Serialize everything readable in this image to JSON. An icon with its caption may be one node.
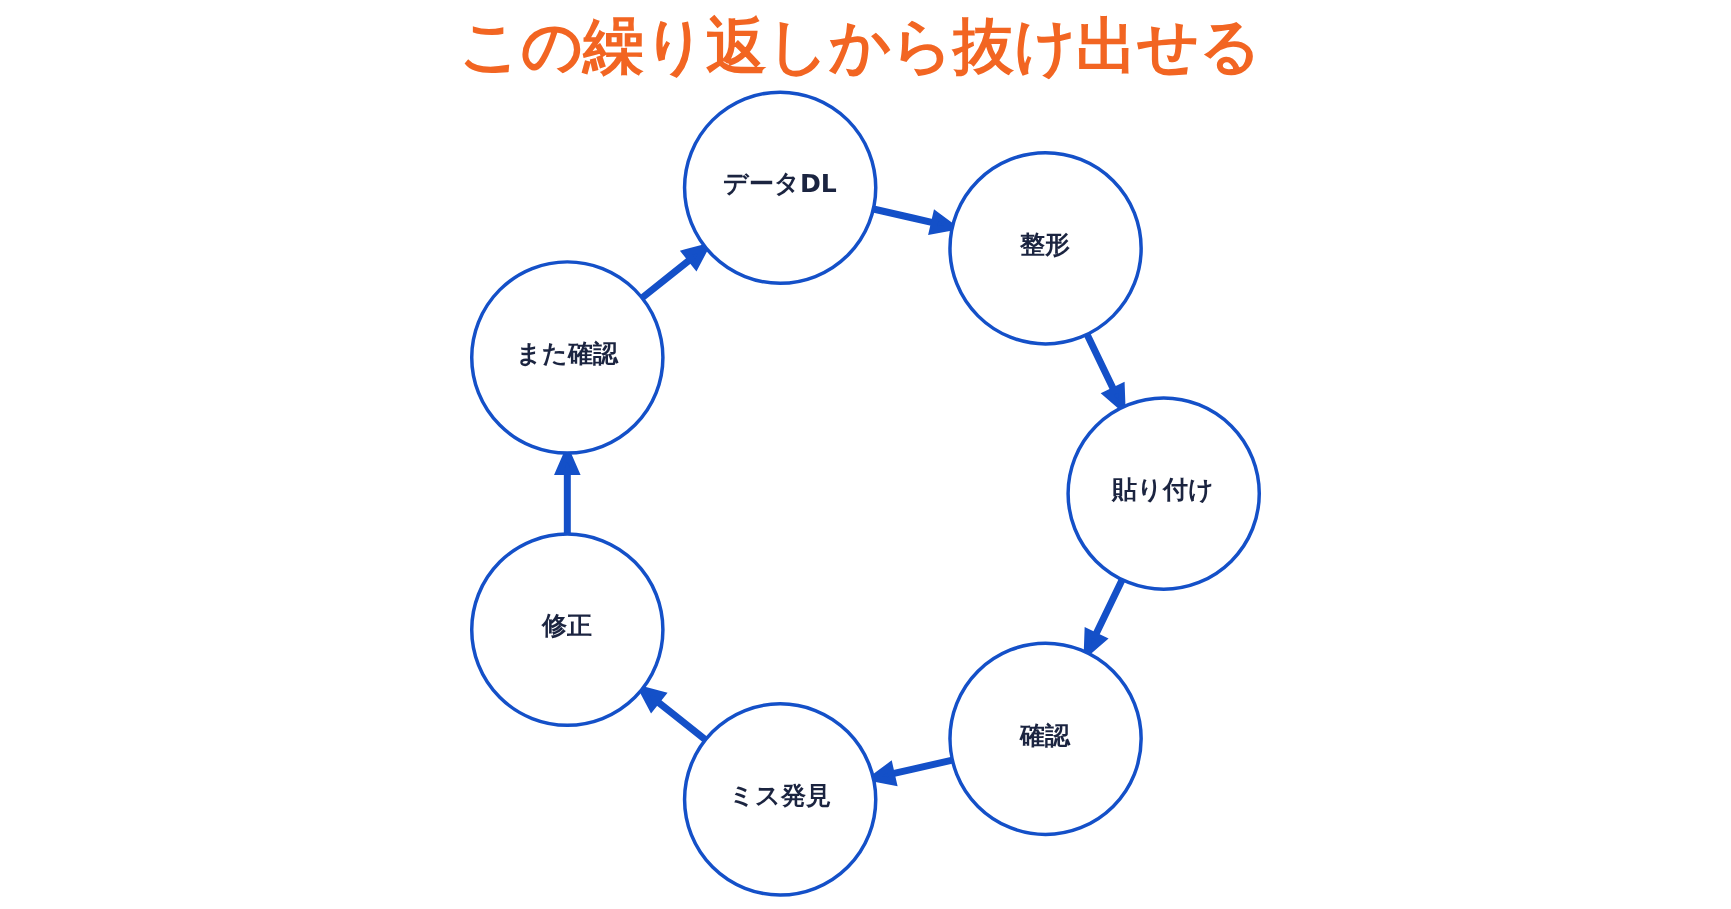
{
  "diagram": {
    "title": "この繰り返しから抜け出せる",
    "nodes": [
      {
        "text": [
          "データDL"
        ]
      },
      {
        "text": [
          "整形"
        ]
      },
      {
        "text": [
          "貼り付け"
        ]
      },
      {
        "text": [
          "確認"
        ]
      },
      {
        "text": [
          "ミス発見"
        ]
      },
      {
        "text": [
          "修正"
        ]
      },
      {
        "text": [
          "また確認"
        ]
      }
    ],
    "edges": [
      {
        "from": 0,
        "to": 1,
        "arrow": "to"
      },
      {
        "from": 1,
        "to": 2,
        "arrow": "to"
      },
      {
        "from": 2,
        "to": 3,
        "arrow": "to"
      },
      {
        "from": 3,
        "to": 4,
        "arrow": "to"
      },
      {
        "from": 4,
        "to": 5,
        "arrow": "to"
      },
      {
        "from": 5,
        "to": 6,
        "arrow": "to"
      },
      {
        "from": 6,
        "to": 0,
        "arrow": "to"
      }
    ]
  }
}
